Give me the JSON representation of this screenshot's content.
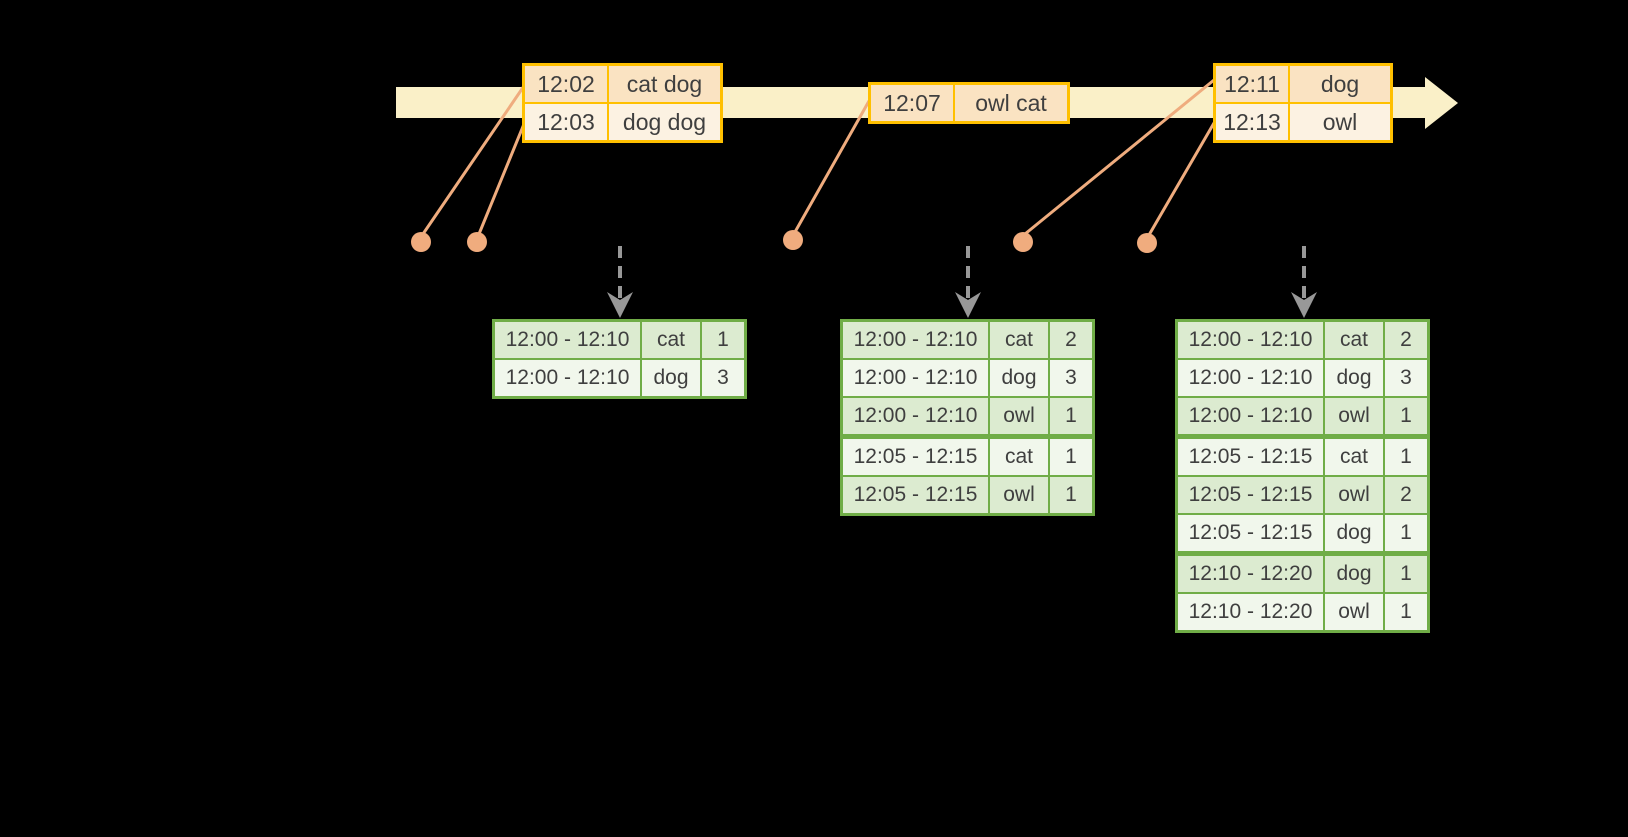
{
  "diagram": {
    "description": "Windowed word-count streaming diagram: timed word events on a pale timeline feed dashed-arrow snapshots of windowed count result tables",
    "background": "#000000",
    "colors": {
      "timeline_band": "#FAF0C8",
      "event_table_border": "#FFC000",
      "event_row_peach": "#FAE3C2",
      "event_row_cream": "#FCF2E2",
      "connector_salmon": "#EFAC7E",
      "result_table_border": "#70AD47",
      "result_row_dark": "#DCEBD0",
      "result_row_light": "#F1F7EC",
      "arrow_gray": "#989898",
      "text": "#3F3F3F"
    },
    "event_tables": [
      {
        "rows": [
          {
            "time": "12:02",
            "words": "cat dog"
          },
          {
            "time": "12:03",
            "words": "dog dog"
          }
        ]
      },
      {
        "rows": [
          {
            "time": "12:07",
            "words": "owl cat"
          }
        ]
      },
      {
        "rows": [
          {
            "time": "12:11",
            "words": "dog"
          },
          {
            "time": "12:13",
            "words": "owl"
          }
        ]
      }
    ],
    "result_tables": [
      {
        "rows": [
          {
            "window": "12:00 - 12:10",
            "word": "cat",
            "count": "1"
          },
          {
            "window": "12:00 - 12:10",
            "word": "dog",
            "count": "3"
          }
        ]
      },
      {
        "rows": [
          {
            "window": "12:00 - 12:10",
            "word": "cat",
            "count": "2"
          },
          {
            "window": "12:00 - 12:10",
            "word": "dog",
            "count": "3"
          },
          {
            "window": "12:00 - 12:10",
            "word": "owl",
            "count": "1"
          },
          {
            "window": "12:05 - 12:15",
            "word": "cat",
            "count": "1"
          },
          {
            "window": "12:05 - 12:15",
            "word": "owl",
            "count": "1"
          }
        ]
      },
      {
        "rows": [
          {
            "window": "12:00 - 12:10",
            "word": "cat",
            "count": "2"
          },
          {
            "window": "12:00 - 12:10",
            "word": "dog",
            "count": "3"
          },
          {
            "window": "12:00 - 12:10",
            "word": "owl",
            "count": "1"
          },
          {
            "window": "12:05 - 12:15",
            "word": "cat",
            "count": "1"
          },
          {
            "window": "12:05 - 12:15",
            "word": "owl",
            "count": "2"
          },
          {
            "window": "12:05 - 12:15",
            "word": "dog",
            "count": "1"
          },
          {
            "window": "12:10 - 12:20",
            "word": "dog",
            "count": "1"
          },
          {
            "window": "12:10 - 12:20",
            "word": "owl",
            "count": "1"
          }
        ]
      }
    ]
  }
}
